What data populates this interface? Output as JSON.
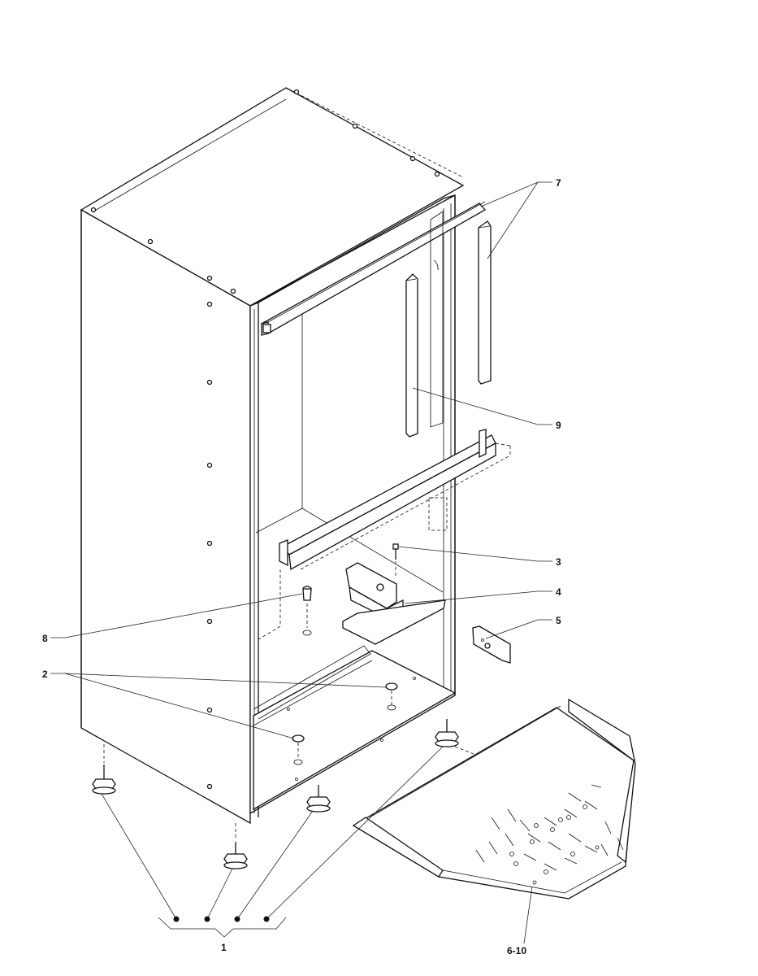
{
  "callouts": {
    "c1": "1",
    "c2": "2",
    "c3": "3",
    "c4": "4",
    "c5": "5",
    "c6_10": "6-10",
    "c7": "7",
    "c8": "8",
    "c9": "9"
  },
  "colors": {
    "line": "#111111",
    "background": "#ffffff"
  }
}
